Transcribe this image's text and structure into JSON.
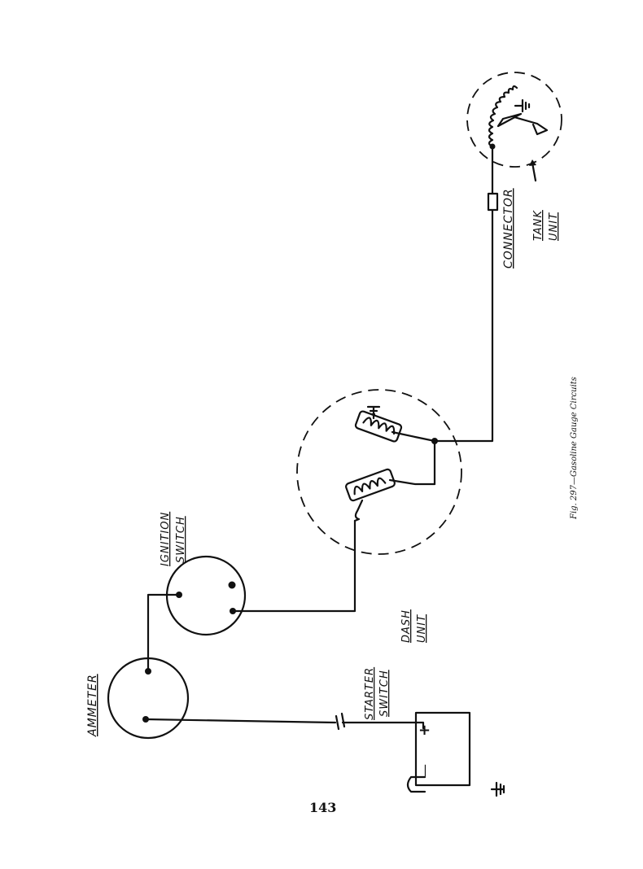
{
  "figure": {
    "caption": "Fig. 297—Gasoline Gauge Circuits",
    "page_number": "143",
    "labels": {
      "ammeter": "AMMETER",
      "ignition_line1": "IGNITION",
      "ignition_line2": "SWITCH",
      "starter_line1": "STARTER",
      "starter_line2": "SWITCH",
      "dash_line1": "DASH",
      "dash_line2": "UNIT",
      "connector": "CONNECTOR",
      "tank_line1": "TANK",
      "tank_line2": "UNIT"
    },
    "battery_symbols": {
      "plus": "+",
      "minus": "—"
    }
  }
}
